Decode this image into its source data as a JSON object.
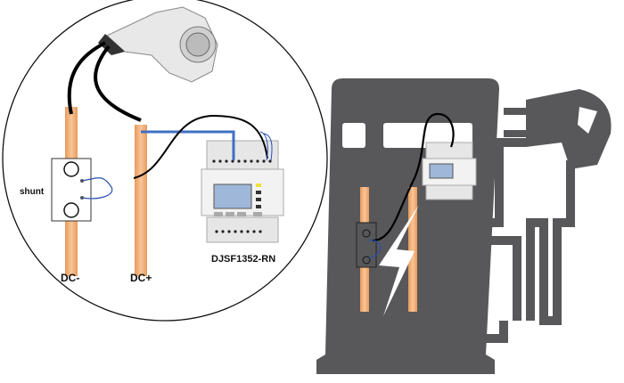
{
  "labels": {
    "shunt": "shunt",
    "dc_minus": "DC-",
    "dc_plus": "DC+",
    "meter_model": "DJSF1352-RN"
  },
  "colors": {
    "station": "#58585a",
    "busbar": "#f2b27a",
    "signal_wire": "#3f6fc4",
    "cable": "#000000"
  }
}
